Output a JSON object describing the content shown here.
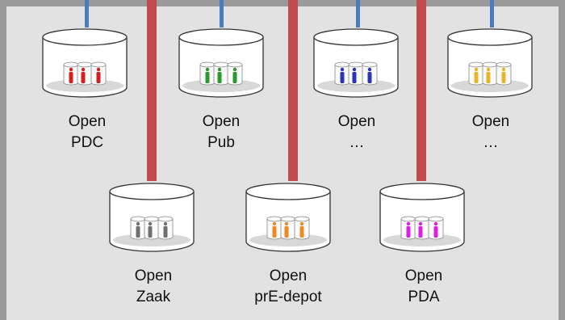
{
  "diagram": {
    "databases": [
      {
        "id": "pdc",
        "line1": "Open",
        "line2": "PDC",
        "color": "#d42020"
      },
      {
        "id": "pub",
        "line1": "Open",
        "line2": "Pub",
        "color": "#2a9a2a"
      },
      {
        "id": "open3",
        "line1": "Open",
        "line2": "…",
        "color": "#2a35b8"
      },
      {
        "id": "open4",
        "line1": "Open",
        "line2": "…",
        "color": "#e8b428"
      },
      {
        "id": "zaak",
        "line1": "Open",
        "line2": "Zaak",
        "color": "#707070"
      },
      {
        "id": "predepot",
        "line1": "Open",
        "line2": "prE-depot",
        "color": "#ee8a20"
      },
      {
        "id": "pda",
        "line1": "Open",
        "line2": "PDA",
        "color": "#e020e0"
      }
    ],
    "colors": {
      "background": "#9a9a9a",
      "panel": "#e2e2e2",
      "blue_connector": "#4a7cc0",
      "red_connector": "#c04a4c"
    }
  }
}
